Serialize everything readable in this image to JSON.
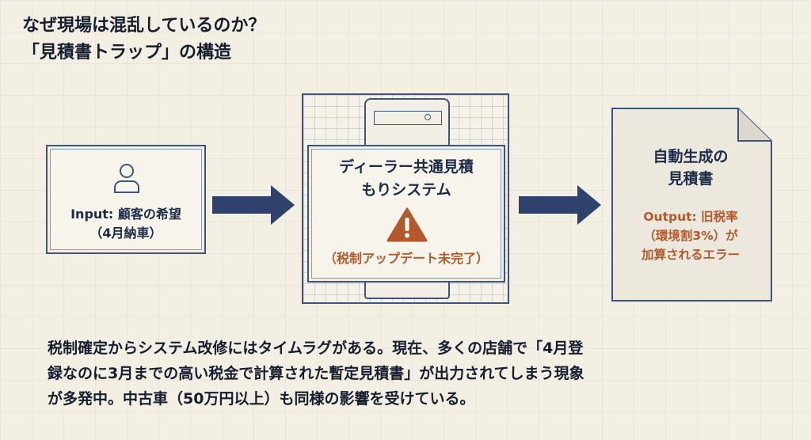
{
  "title": {
    "line1": "なぜ現場は混乱しているのか？",
    "line2": "「見積書トラップ」の構造"
  },
  "input": {
    "icon": "user-icon",
    "line1": "Input: 顧客の希望",
    "line2": "（4月納車）"
  },
  "system": {
    "icon": "server-icon",
    "line1": "ディーラー共通見積",
    "line2": "もりシステム",
    "warning_icon": "warning-icon",
    "status": "（税制アップデート未完了）"
  },
  "output": {
    "icon": "document-icon",
    "title1": "自動生成の",
    "title2": "見積書",
    "line1": "Output: 旧税率",
    "line2": "（環境割3%）が",
    "line3": "加算されるエラー"
  },
  "footer": {
    "line1": "税制確定からシステム改修にはタイムラグがある。現在、多くの店舗で「4月登",
    "line2": "録なのに3月までの高い税金で計算された暫定見積書」が出力されてしまう現象",
    "line3": "が多発中。中古車（50万円以上）も同様の影響を受けている。"
  },
  "colors": {
    "navy": "#2e426c",
    "orange": "#b4592b",
    "background": "#f3efe3"
  }
}
